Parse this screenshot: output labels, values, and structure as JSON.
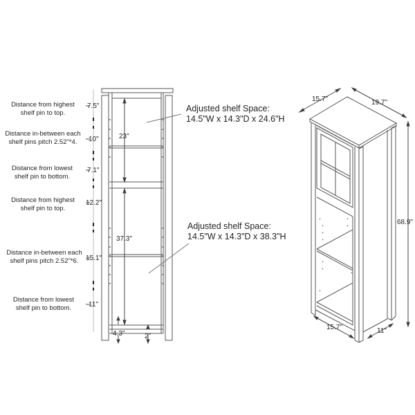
{
  "left_annotations": [
    {
      "text_line1": "Distance from highest",
      "text_line2": "shelf pin to top.",
      "value": "7.5\""
    },
    {
      "text_line1": "Distance in-between each",
      "text_line2": "shelf pins pitch 2.52\"*4.",
      "value": "10\""
    },
    {
      "text_line1": "Distance from lowest",
      "text_line2": "shelf pin to bottom.",
      "value": "7.1\""
    },
    {
      "text_line1": "Distance from highest",
      "text_line2": "shelf pin to top.",
      "value": "12.2\""
    },
    {
      "text_line1": "Distance in-between each",
      "text_line2": "shelf pins pitch 2.52\"*6.",
      "value": "15.1\""
    },
    {
      "text_line1": "Distance from lowest",
      "text_line2": "shelf pin to bottom.",
      "value": "11\""
    }
  ],
  "front_view": {
    "upper_height": "23\"",
    "lower_height": "37.3\"",
    "base_height": "4.3\"",
    "bottom_panel": "2\""
  },
  "callouts": [
    {
      "line1": "Adjusted shelf Space:",
      "line2": "14.5\"W x 14.3\"D x 24.6\"H"
    },
    {
      "line1": "Adjusted shelf Space:",
      "line2": "14.5\"W x 14.3\"D x 38.3\"H"
    }
  ],
  "iso_view": {
    "top_depth": "15.7\"",
    "top_width": "19.7\"",
    "height": "68.9\"",
    "bottom_width": "15.7\"",
    "bottom_depth": "11\""
  }
}
